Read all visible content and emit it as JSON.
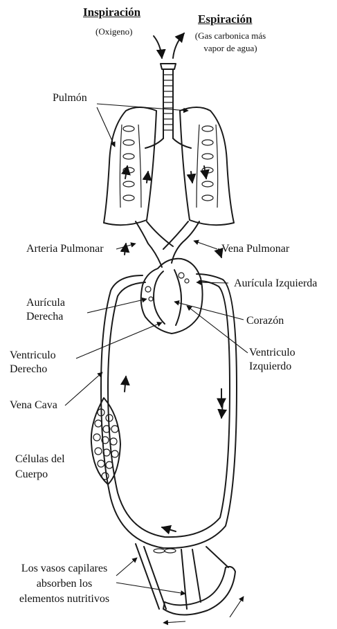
{
  "labels": {
    "inspiracion": "Inspiración",
    "oxigeno": "(Oxigeno)",
    "espiracion": "Espiración",
    "gas_line1": "(Gas carbonica más",
    "gas_line2": "vapor de agua)",
    "pulmon": "Pulmón",
    "arteria_pulmonar": "Arteria Pulmonar",
    "vena_pulmonar": "Vena Pulmonar",
    "auricula_izquierda": "Aurícula Izquierda",
    "auricula_derecha_1": "Aurícula",
    "auricula_derecha_2": "Derecha",
    "corazon": "Corazón",
    "ventriculo_derecho_1": "Ventriculo",
    "ventriculo_derecho_2": "Derecho",
    "ventriculo_izquierdo_1": "Ventriculo",
    "ventriculo_izquierdo_2": "Izquierdo",
    "vena_cava": "Vena Cava",
    "celulas_1": "Células del",
    "celulas_2": "Cuerpo",
    "capilares_1": "Los vasos capilares",
    "capilares_2": "absorben los",
    "capilares_3": "elementos nutritivos"
  },
  "colors": {
    "ink": "#1a1a1a",
    "paper": "#ffffff"
  }
}
